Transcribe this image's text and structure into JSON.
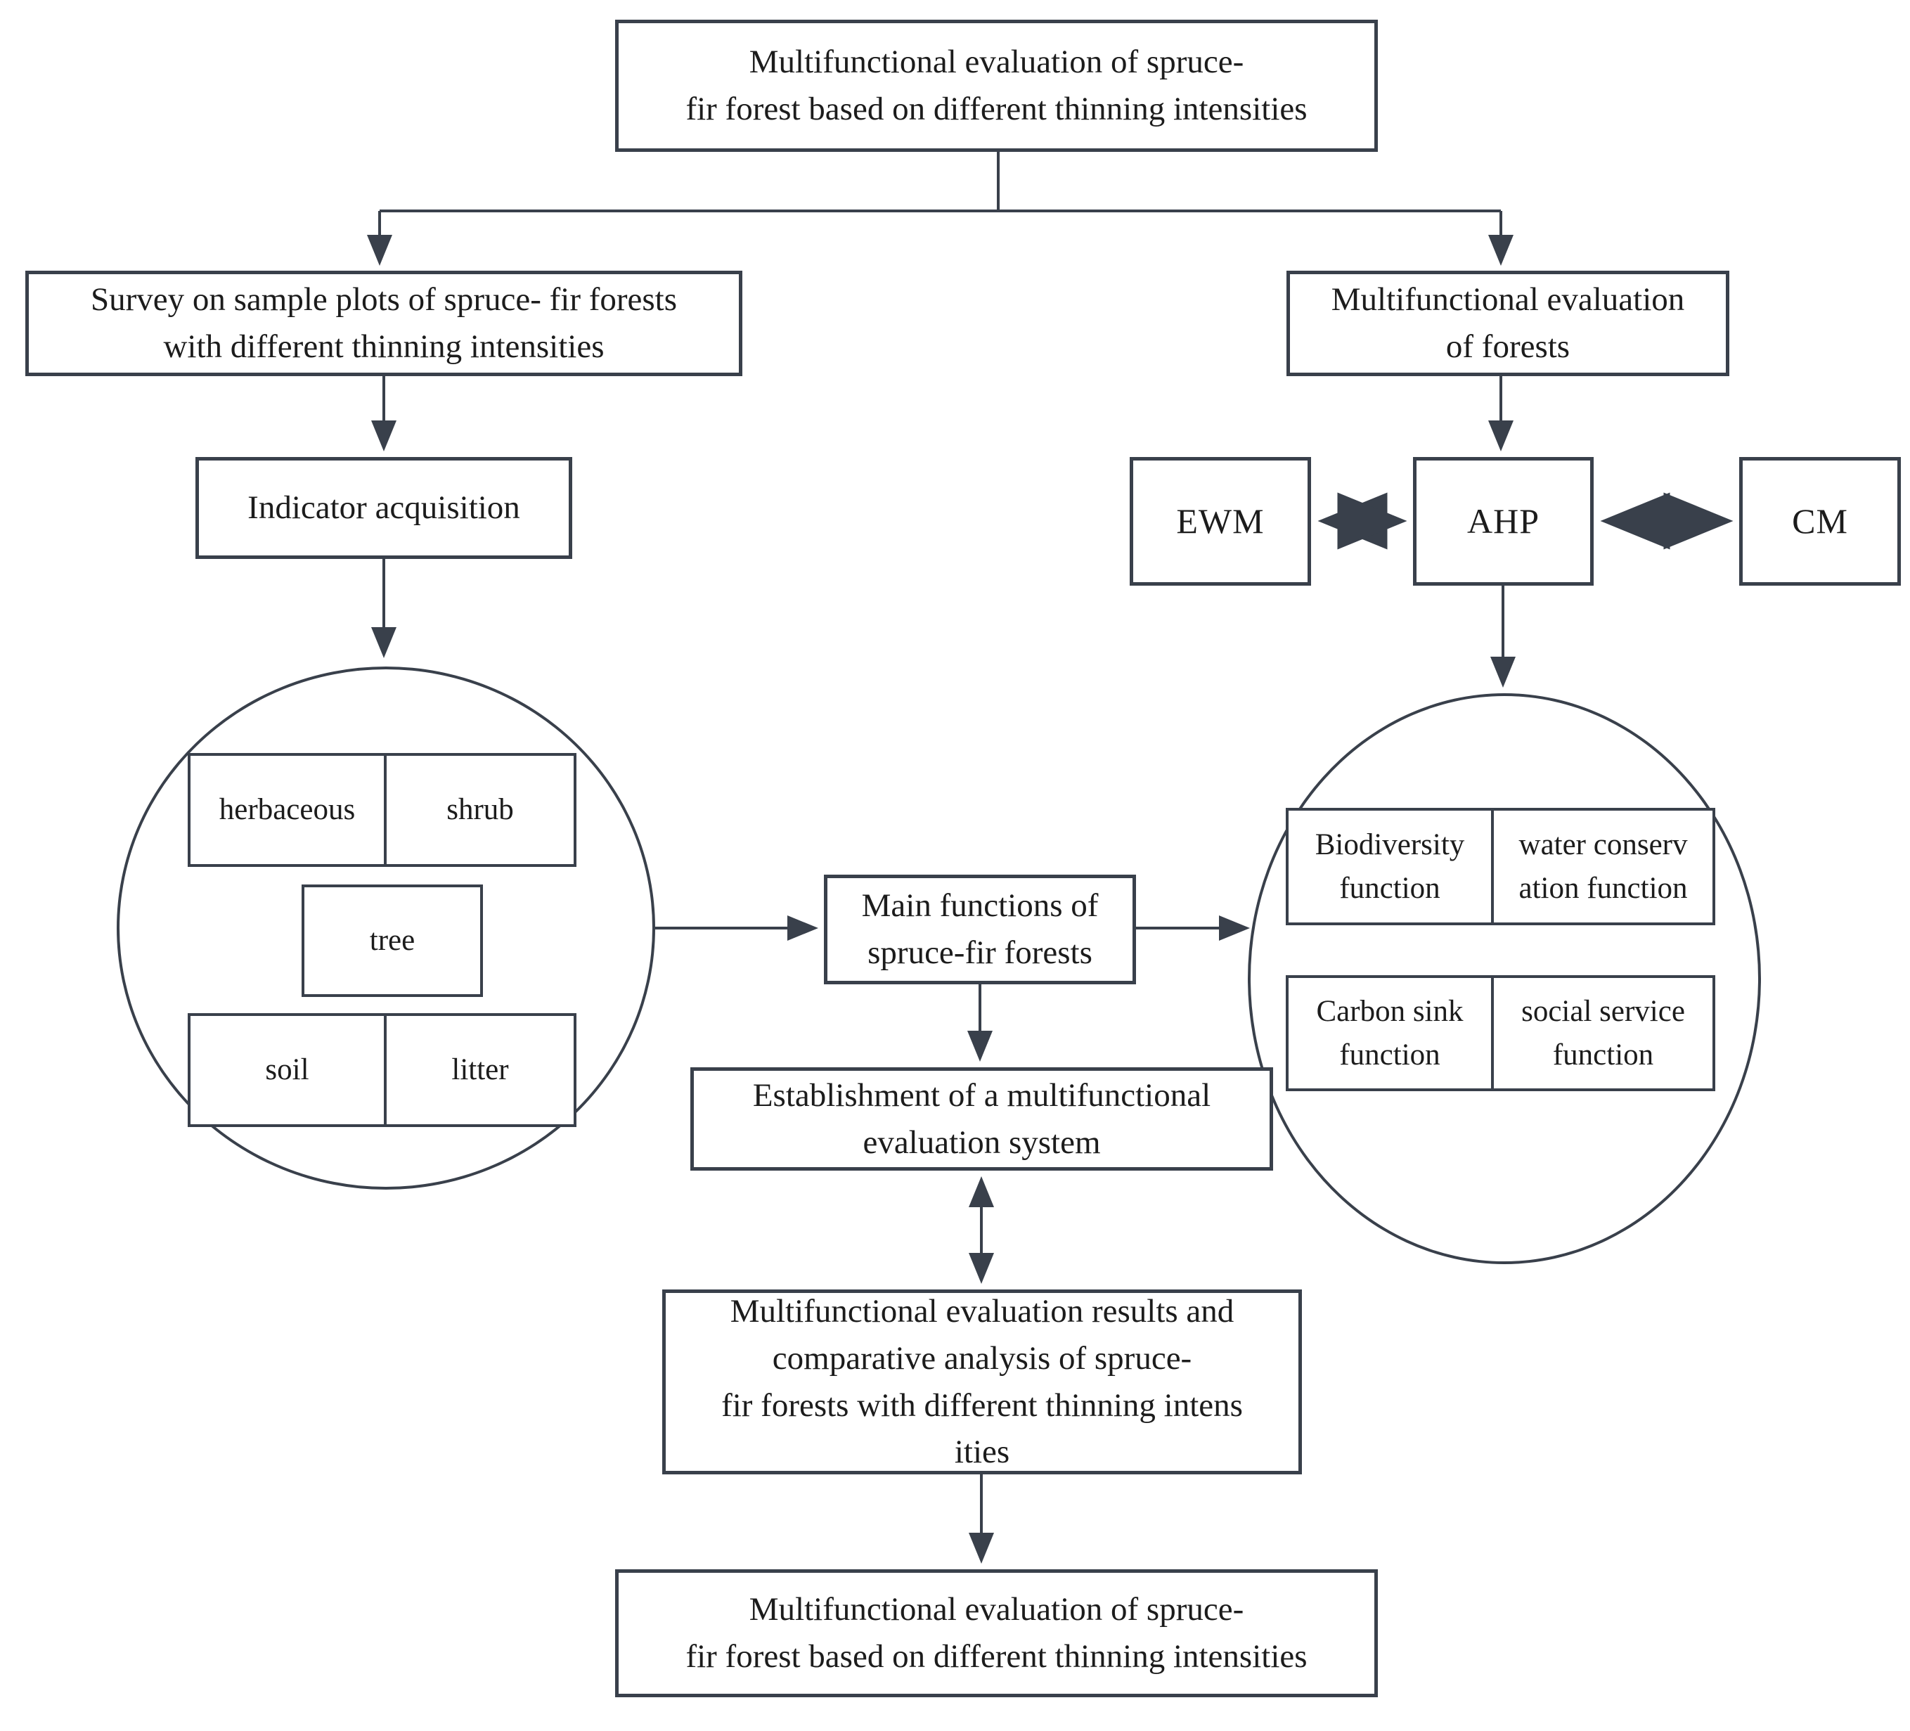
{
  "figure": {
    "type": "flowchart",
    "topic": "Multifunctional evaluation of spruce-fir forest based on different thinning intensities"
  },
  "colors": {
    "line": "#39404b",
    "text": "#1c1c1c",
    "background": "#ffffff"
  },
  "nodes": {
    "top": {
      "lines": [
        "Multifunctional evaluation of spruce-",
        "fir forest based on different thinning intensities"
      ]
    },
    "survey": {
      "lines": [
        "Survey on sample plots of spruce- fir forests",
        "with different thinning intensities"
      ]
    },
    "forests_eval": {
      "lines": [
        "Multifunctional evaluation",
        "of forests"
      ]
    },
    "indicator": {
      "lines": [
        "Indicator acquisition"
      ]
    },
    "ewm": {
      "lines": [
        "EWM"
      ]
    },
    "ahp": {
      "lines": [
        "AHP"
      ]
    },
    "cm": {
      "lines": [
        "CM"
      ]
    },
    "herbaceous": {
      "lines": [
        "herbaceous"
      ]
    },
    "shrub": {
      "lines": [
        "shrub"
      ]
    },
    "tree": {
      "lines": [
        "tree"
      ]
    },
    "soil": {
      "lines": [
        "soil"
      ]
    },
    "litter": {
      "lines": [
        "litter"
      ]
    },
    "main_functions": {
      "lines": [
        "Main functions of",
        "spruce-fir forests"
      ]
    },
    "biodiversity": {
      "lines": [
        "Biodiversity",
        "function"
      ]
    },
    "water_conservation": {
      "lines": [
        "water conserv",
        "ation function"
      ]
    },
    "carbon_sink": {
      "lines": [
        "Carbon sink",
        "function"
      ]
    },
    "social_service": {
      "lines": [
        "social service",
        "function"
      ]
    },
    "establishment": {
      "lines": [
        "Establishment of a multifunctional",
        "evaluation system"
      ]
    },
    "results": {
      "lines": [
        "Multifunctional evaluation results and",
        "comparative analysis of spruce-",
        "fir forests with different thinning intens",
        "ities"
      ]
    },
    "final": {
      "lines": [
        "Multifunctional evaluation of spruce-",
        "fir forest based on different thinning intensities"
      ]
    }
  }
}
